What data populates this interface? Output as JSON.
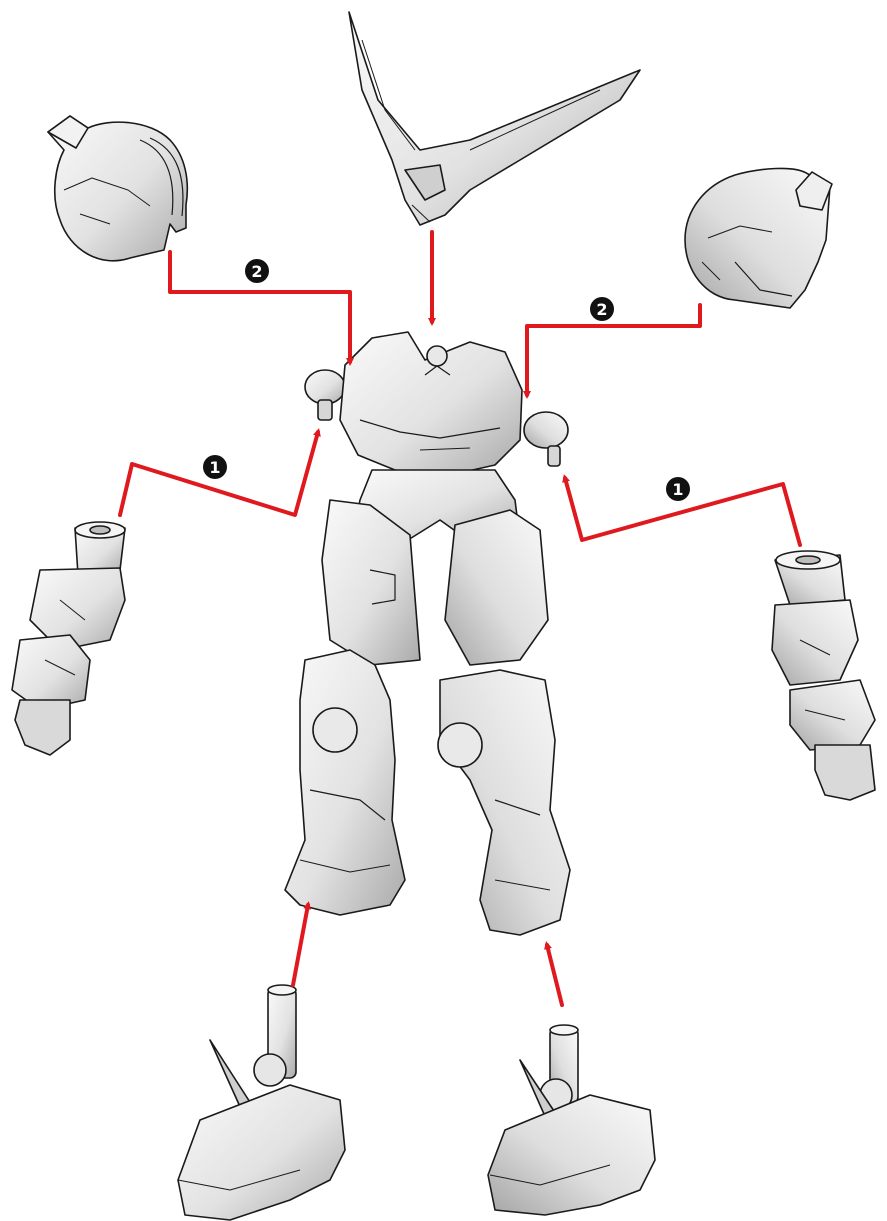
{
  "diagram": {
    "steps": [
      {
        "id": "step-1",
        "label": "1"
      },
      {
        "id": "step-2",
        "label": "2"
      }
    ],
    "parts": [
      "v-fin-antenna",
      "left-shoulder-armor",
      "right-shoulder-armor",
      "torso-and-legs",
      "left-arm",
      "right-arm",
      "left-foot",
      "right-foot"
    ],
    "colors": {
      "arrow": "#e0191f",
      "badge": "#111111",
      "badge_text": "#ffffff",
      "part_fill": "#e4e4e4",
      "part_light": "#f6f6f6",
      "part_shadow": "#b0b0b0",
      "part_outline": "#1a1a1a"
    }
  }
}
